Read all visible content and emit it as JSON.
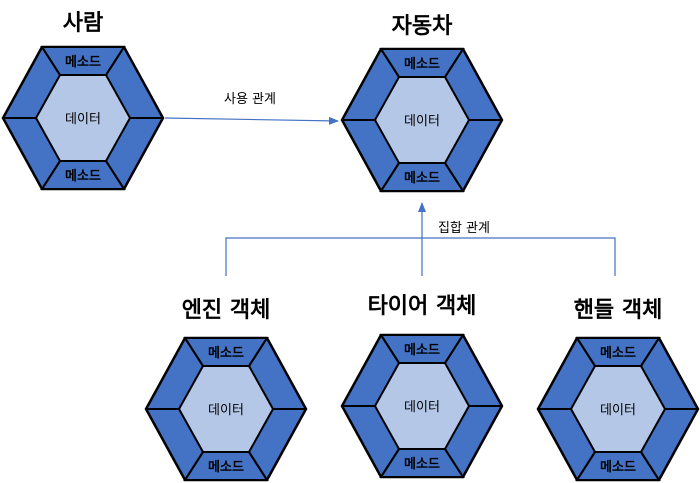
{
  "colors": {
    "outer": "#4472C4",
    "inner": "#B4C7E7",
    "stroke": "#000000",
    "arrow": "#4472C4"
  },
  "nodes": [
    {
      "id": "person",
      "title": "사람",
      "method_top": "메소드",
      "data": "데이터",
      "method_bottom": "메소드"
    },
    {
      "id": "car",
      "title": "자동차",
      "method_top": "메소드",
      "data": "데이터",
      "method_bottom": "메소드"
    },
    {
      "id": "engine",
      "title": "엔진 객체",
      "method_top": "메소드",
      "data": "데이터",
      "method_bottom": "메소드"
    },
    {
      "id": "tire",
      "title": "타이어 객체",
      "method_top": "메소드",
      "data": "데이터",
      "method_bottom": "메소드"
    },
    {
      "id": "handle",
      "title": "핸들 객체",
      "method_top": "메소드",
      "data": "데이터",
      "method_bottom": "메소드"
    }
  ],
  "relations": {
    "usage": "사용 관계",
    "aggregation": "집합 관계"
  }
}
